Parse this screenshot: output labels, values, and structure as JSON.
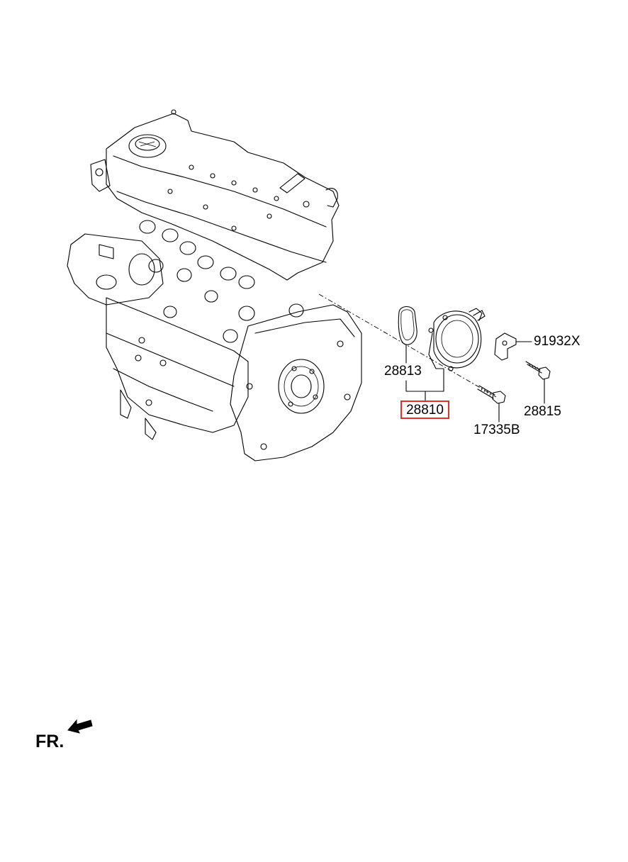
{
  "labels": {
    "gasket": "28813",
    "vacuum_pump_assy": "28810",
    "bracket": "91932X",
    "bolt_upper": "28815",
    "bolt_lower": "17335B"
  },
  "front_indicator": "FR.",
  "colors": {
    "highlight_box": "#e0312f",
    "lines": "#000000",
    "background": "#ffffff"
  }
}
